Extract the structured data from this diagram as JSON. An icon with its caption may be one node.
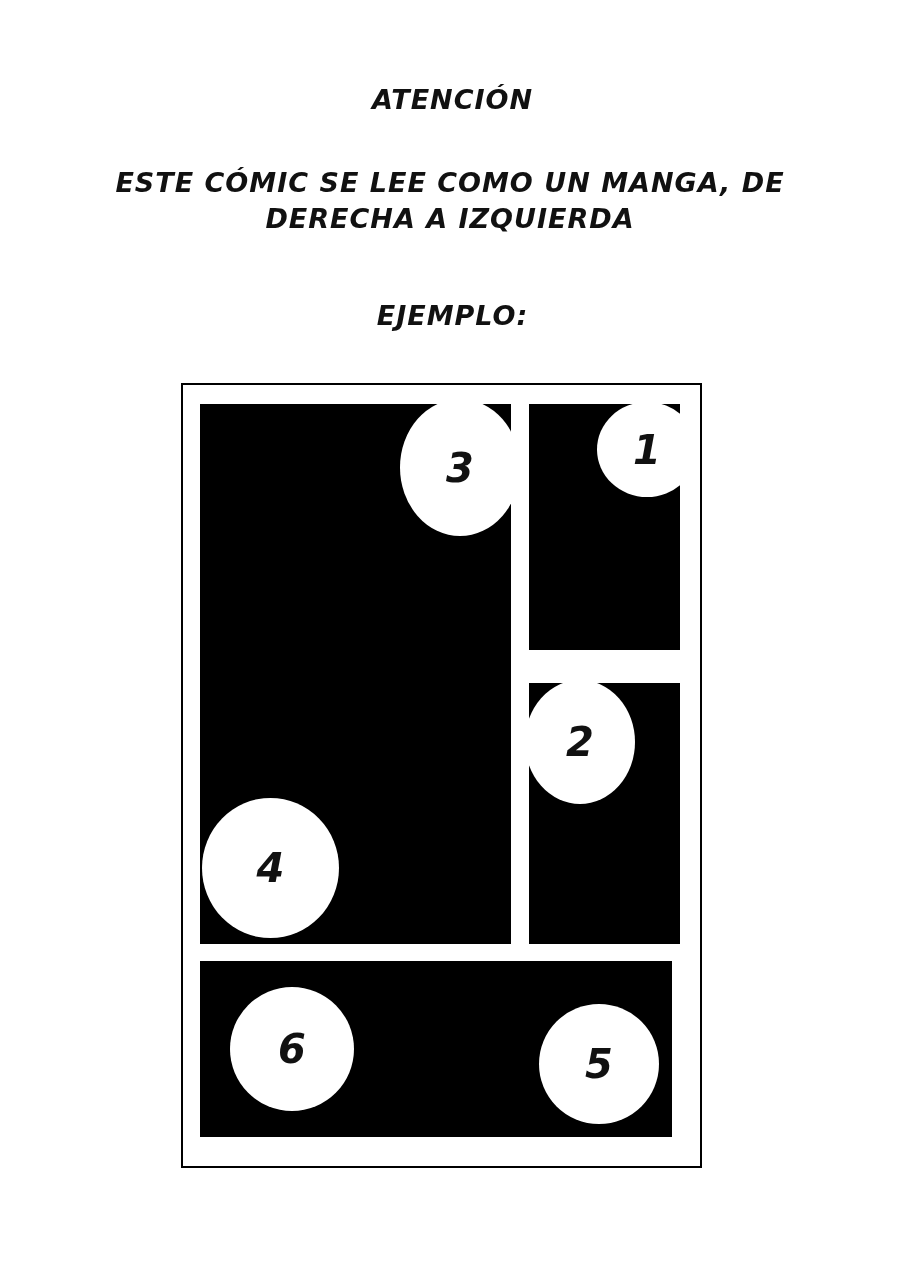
{
  "diagram": {
    "title": "ATENCIÓN",
    "nodes": [
      {
        "text": [],
        "shape": "box"
      },
      {
        "text": [],
        "shape": "box",
        "in": 0
      },
      {
        "text": [],
        "shape": "box",
        "in": 0
      },
      {
        "text": [],
        "shape": "box",
        "in": 0
      },
      {
        "text": [],
        "shape": "box",
        "in": 0
      },
      {
        "text": [
          "1"
        ],
        "in": 2
      },
      {
        "text": [
          "2"
        ],
        "in": 3
      },
      {
        "text": [
          "3"
        ],
        "in": 1
      },
      {
        "text": [
          "4"
        ],
        "in": 1
      },
      {
        "text": [
          "5"
        ],
        "in": 4
      },
      {
        "text": [
          "6"
        ],
        "in": 4
      }
    ],
    "edges": [],
    "labels": [
      "ESTE CÓMIC SE LEE COMO UN MANGA, DE DERECHA A IZQUIERDA",
      "EJEMPLO:"
    ]
  }
}
